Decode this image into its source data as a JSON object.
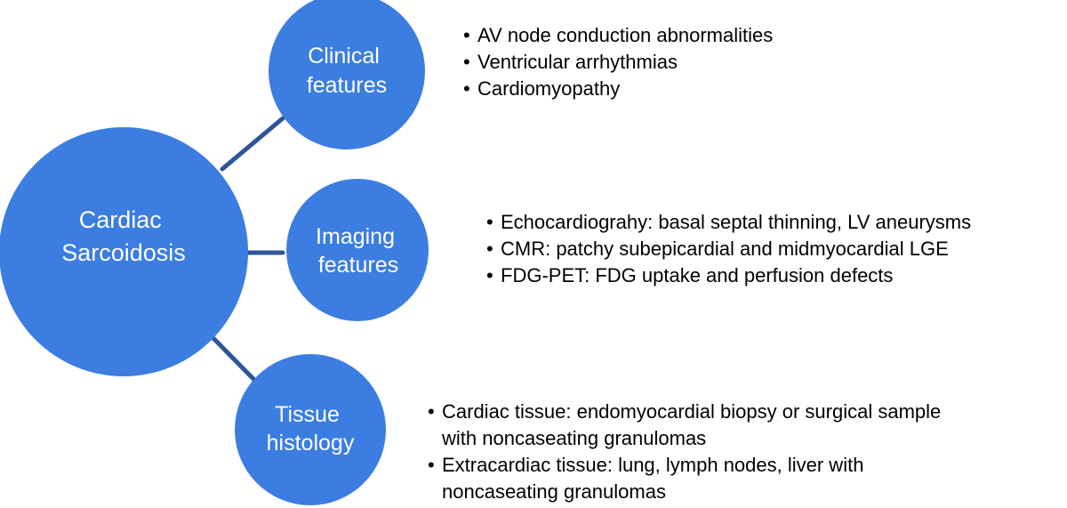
{
  "center": {
    "label_line1": "Cardiac",
    "label_line2": "Sarcoidosis"
  },
  "clinical": {
    "label_line1": "Clinical",
    "label_line2": "features",
    "bullets": [
      "AV node conduction abnormalities",
      "Ventricular arrhythmias",
      "Cardiomyopathy"
    ]
  },
  "imaging": {
    "label_line1": "Imaging",
    "label_line2": "features",
    "bullets": [
      "Echocardiograhy: basal septal thinning, LV aneurysms",
      "CMR: patchy subepicardial and midmyocardial LGE",
      "FDG-PET: FDG uptake and perfusion defects"
    ]
  },
  "tissue": {
    "label_line1": "Tissue",
    "label_line2": "histology",
    "bullets": [
      "Cardiac tissue: endomyocardial biopsy or surgical sample with noncaseating granulomas",
      "Extracardiac tissue: lung, lymph nodes, liver with noncaseating granulomas"
    ]
  },
  "colors": {
    "circle_fill": "#3b7de0",
    "connector": "#2e5597",
    "circle_text": "#ffffff"
  }
}
